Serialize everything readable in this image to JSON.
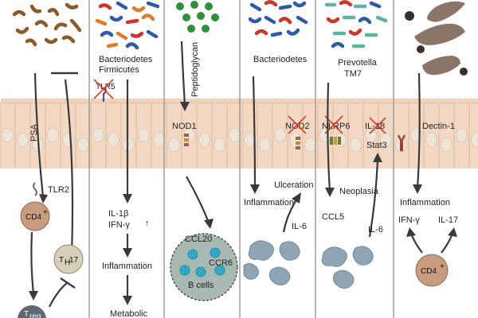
{
  "panels": [
    {
      "labels": {
        "psa": "PSA",
        "tlr2": "TLR2",
        "cd4": "CD4",
        "cd4_sup": "+",
        "th17": "T",
        "th17_sub": "H",
        "th17_tail": "17",
        "treg": "T",
        "treg_sub": "reg"
      }
    },
    {
      "labels": {
        "bacteria_1": "Bacteriodetes",
        "bacteria_2": "Firmicutes",
        "receptor": "TLR5",
        "cytokine_1": "IL-1β",
        "cytokine_2": "IFN-γ",
        "up_arrow": "↑",
        "inflammation": "Inflammation",
        "metabolic": "Metabolic"
      }
    },
    {
      "labels": {
        "ligand": "Peptidoglycan",
        "receptor": "NOD1",
        "ccl20": "CCL20",
        "ccr6": "CCR6",
        "bcells": "B cells"
      }
    },
    {
      "labels": {
        "bacteria": "Bacteriodetes",
        "receptor": "NOD2",
        "ulceration": "Ulceration",
        "inflammation": "Inflammation",
        "il6": "IL-6"
      }
    },
    {
      "labels": {
        "bacteria_1": "Prevotella",
        "bacteria_2": "TM7",
        "receptor_1": "NLRP6",
        "receptor_2": "IL-18",
        "stat3": "Stat3",
        "neoplasia": "Neoplasia",
        "ccl5": "CCL5",
        "il6": "IL-6"
      }
    },
    {
      "labels": {
        "receptor": "Dectin-1",
        "inflammation": "Inflammation",
        "ifn": "IFN-γ",
        "il17": "IL-17",
        "cd4": "CD4",
        "cd4_sup": "+"
      }
    }
  ],
  "colors": {
    "epithelium": "#f3d9c3",
    "cell_outline": "#e6bfa4",
    "nucleus": "#efe4d8",
    "panel_bg": "#ffffff",
    "panel_border": "#8a8a8a",
    "arrow": "#3a3a3a",
    "cd4_cell": "#c99c80",
    "th17_cell": "#d6d0b8",
    "treg_cell": "#5d6a73",
    "b_cell": "#32a8c8",
    "macrophage": "#8fa4b4",
    "fungus": "#8a7568",
    "inhibit_cross": "#d93a2b",
    "bacteria_brown": "#8b5a2b",
    "bacteria_red": "#c8372d",
    "bacteria_blue": "#2f5aa8",
    "bacteria_orange": "#e07a2e",
    "bacteria_teal": "#5fb3a0",
    "bacteria_green": "#2f8f3a"
  },
  "icons": [
    "receptor-icon",
    "inhibition-cross-icon",
    "bacteria-icon",
    "macrophage-icon",
    "fungus-icon",
    "b-cell-icon"
  ]
}
